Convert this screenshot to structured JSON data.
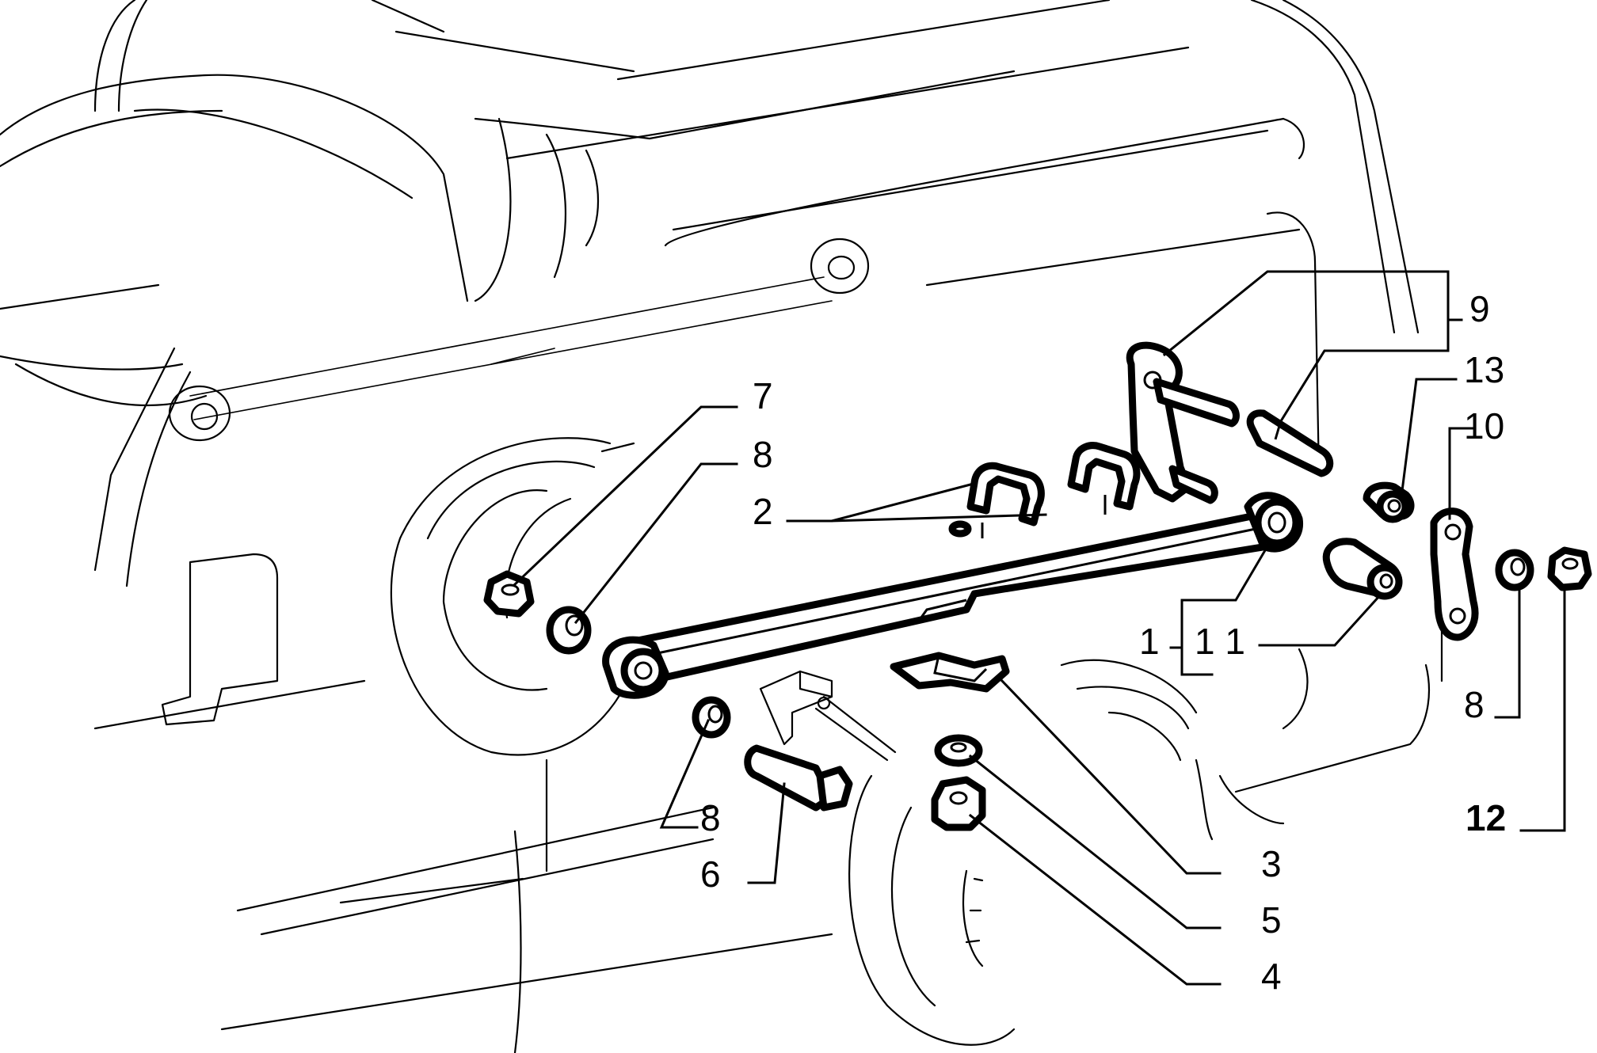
{
  "callouts": [
    {
      "id": "c1",
      "text": "1"
    },
    {
      "id": "c2",
      "text": "2"
    },
    {
      "id": "c3",
      "text": "3"
    },
    {
      "id": "c4",
      "text": "4"
    },
    {
      "id": "c5",
      "text": "5"
    },
    {
      "id": "c6",
      "text": "6"
    },
    {
      "id": "c7",
      "text": "7"
    },
    {
      "id": "c8a",
      "text": "8"
    },
    {
      "id": "c8b",
      "text": "8"
    },
    {
      "id": "c8c",
      "text": "8"
    },
    {
      "id": "c9",
      "text": "9"
    },
    {
      "id": "c10",
      "text": "10"
    },
    {
      "id": "c11",
      "text": "1 1"
    },
    {
      "id": "c12",
      "text": "12"
    },
    {
      "id": "c13",
      "text": "13"
    }
  ]
}
